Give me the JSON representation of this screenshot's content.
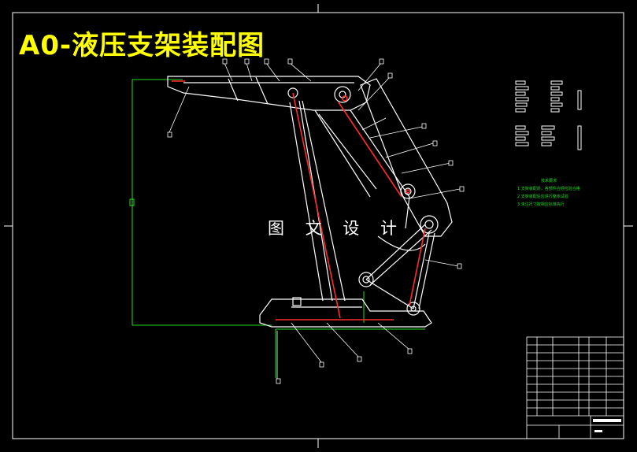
{
  "drawing": {
    "title": "A0-液压支架装配图",
    "watermark": "图 文 设 计",
    "technical_requirements": {
      "heading": "技术要求",
      "items": [
        "1.支架装配前，各部件应经检验合格",
        "2.支架装配后应进行整体试验",
        "3.未注尺寸按相应标准执行"
      ]
    }
  },
  "colors": {
    "background": "#000000",
    "outline": "#ffffff",
    "title": "#ffff00",
    "annotation": "#22dd22",
    "red_parts": "#ff2a2a"
  }
}
